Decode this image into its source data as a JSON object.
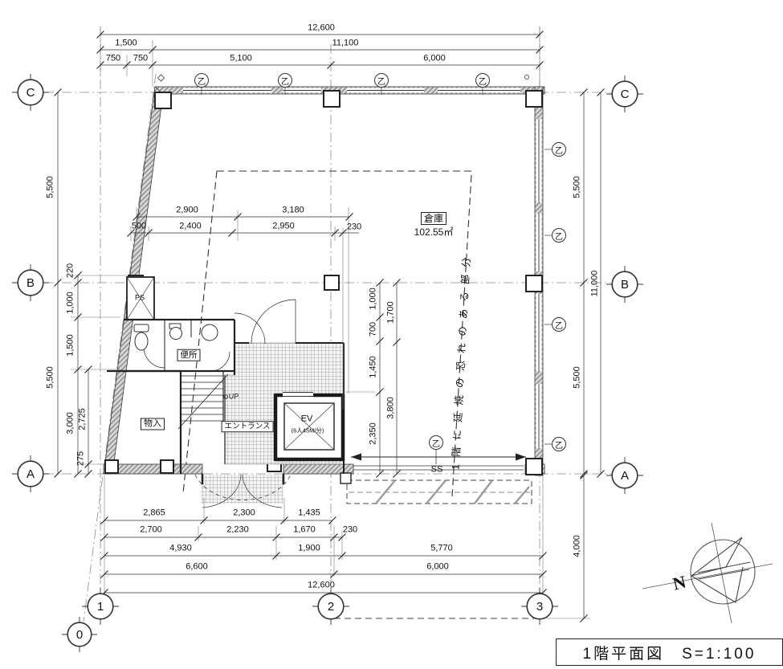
{
  "title_block": {
    "text": "1階平面図　S=1:100"
  },
  "grid": {
    "c": "C",
    "b": "B",
    "a": "A",
    "n0": "0",
    "n1": "1",
    "n2": "2",
    "n3": "3"
  },
  "dims": {
    "top": {
      "total": "12,600",
      "left": "1,500",
      "main": "11,100",
      "a": "750",
      "b": "750",
      "c": "5,100",
      "d": "6,000"
    },
    "left": {
      "cb": "5,500",
      "ab": "5,500",
      "d220": "220",
      "d1000": "1,000",
      "d1500": "1,500",
      "d3000": "3,000",
      "d2725": "2,725",
      "d275": "275"
    },
    "right": {
      "cb": "5,500",
      "ab": "5,500",
      "total": "11,000",
      "south": "4,000"
    },
    "inner": {
      "w1": "2,900",
      "w2": "3,180",
      "w3": "500",
      "w4": "2,400",
      "w5": "2,950",
      "w6": "230",
      "h1": "1,000",
      "h2": "1,700",
      "h3": "700",
      "h4": "1,450",
      "h5": "3,800",
      "h6": "2,350"
    },
    "bottom": {
      "b1": "2,865",
      "b2": "2,300",
      "b3": "1,435",
      "b4": "2,700",
      "b5": "2,230",
      "b6": "1,670",
      "b7": "230",
      "b8": "4,930",
      "b9": "1,900",
      "b10": "5,770",
      "b11": "6,600",
      "b12": "6,000",
      "b13": "12,600"
    }
  },
  "rooms": {
    "warehouse": "倉庫",
    "warehouse_area": "102.55㎡",
    "toilet": "便所",
    "storage": "物入",
    "entrance": "エントランス",
    "elevator": "EV",
    "elevator_spec": "(6人45M/分)",
    "ps": "PS"
  },
  "labels": {
    "up": "UP",
    "ss": "SS",
    "fire_door": "乙",
    "north": "N",
    "fire_spread": "1階に延焼の恐れのある部分"
  }
}
